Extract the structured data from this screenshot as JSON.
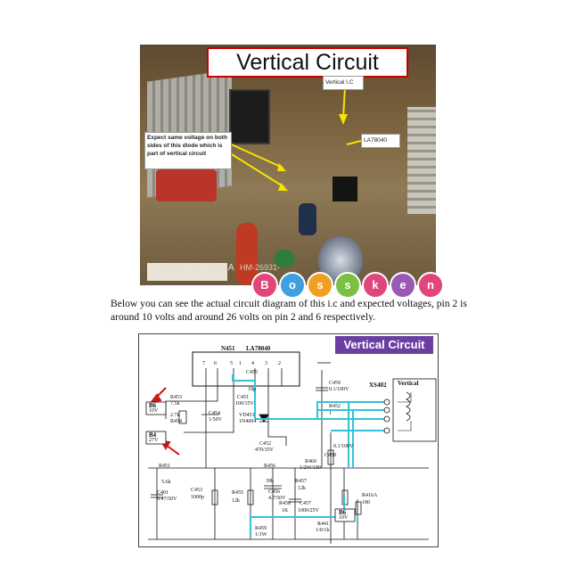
{
  "photo": {
    "title": "Vertical Circuit",
    "label_vertical_ic": "Vertical I.C",
    "label_la": "LA78040",
    "diode_note": "Expect same voltage on both sides of this diode which is part of vertical circuit",
    "board_text": "MADE IN CHINA",
    "board_code": "HM-26931-"
  },
  "watermark": {
    "letters": [
      "B",
      "o",
      "s",
      "s",
      "k",
      "e",
      "n"
    ],
    "colors": [
      "#e0457b",
      "#3f9fe0",
      "#f0a020",
      "#7bc043",
      "#e0457b",
      "#9b59b6",
      "#e0457b"
    ]
  },
  "description": "Below you can see the actual circuit diagram of this i.c and expected voltages, pin 2 is around 10 volts and around 26 volts on pin 2 and 6 respectively.",
  "schematic": {
    "title": "Vertical Circuit",
    "ic_name": "N451",
    "ic_part": "LA78040",
    "pins": [
      "7",
      "6",
      "5",
      "4",
      "3",
      "2",
      "1"
    ],
    "connector": "XS402",
    "connector_label": "Vertical",
    "labels": {
      "c455": "C455",
      "c455v": "18p",
      "c451": "C451",
      "c451v": "100/35V",
      "c454": "C454",
      "c454v": "1/50V",
      "vd451": "VD451",
      "vd451v": "1N4004",
      "c452": "C452",
      "c452v": "470/35V",
      "r453": "R453",
      "r453v": "7.5k",
      "r454": "R454",
      "r454v": "2.7k",
      "b6": "B6",
      "b6v": "10V",
      "b4": "B4",
      "b4v": "27V",
      "c459": "C459",
      "c459v": "0.1/100V",
      "r452": "R452",
      "r452v": "1",
      "c458": "C458",
      "c458v": "0.1/100V",
      "r460": "R460",
      "r460v": "1/2W/180",
      "r451": "R451",
      "r451v": "5.6k",
      "c401": "C401",
      "c401v": "0.47/50V",
      "c453": "C453",
      "c453v": "1000p",
      "r455": "R455",
      "r455v": "12k",
      "r456": "R456",
      "r456v": "39k",
      "c456": "C456",
      "c456v": "4.7/50V",
      "r457": "R457",
      "r457v": "12k",
      "r458": "R458",
      "r458v": "1K",
      "c457": "C457",
      "c457v": "1000/25V",
      "r416a": "R416A",
      "r416av": "180",
      "b6b": "B6",
      "b6bv": "10V",
      "r441": "R441",
      "r441v": "1/0/1k",
      "r459": "R459",
      "r459v": "1/1W"
    }
  }
}
